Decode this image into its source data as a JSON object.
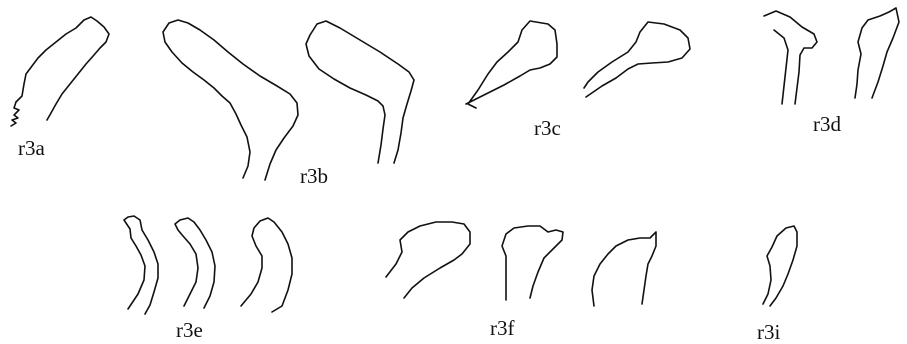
{
  "labels": {
    "r3a": "r3a",
    "r3b": "r3b",
    "r3c": "r3c",
    "r3d": "r3d",
    "r3e": "r3e",
    "r3f": "r3f",
    "r3i": "r3i"
  },
  "colors": {
    "stroke": "#111111",
    "background": "#ffffff"
  }
}
